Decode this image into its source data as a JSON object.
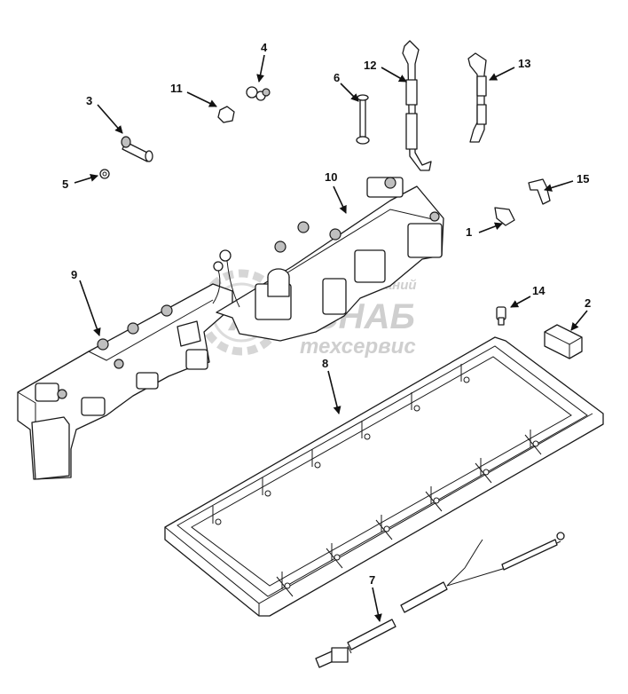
{
  "diagram": {
    "watermark": {
      "top_text": "Группа компаний",
      "brand_text": "РОСНАБ",
      "brand_initial": "А",
      "sub_text": "техсервис"
    },
    "callouts": [
      {
        "label": "1"
      },
      {
        "label": "2"
      },
      {
        "label": "3"
      },
      {
        "label": "4"
      },
      {
        "label": "5"
      },
      {
        "label": "6"
      },
      {
        "label": "7"
      },
      {
        "label": "8"
      },
      {
        "label": "9"
      },
      {
        "label": "10"
      },
      {
        "label": "11"
      },
      {
        "label": "12"
      },
      {
        "label": "13"
      },
      {
        "label": "14"
      },
      {
        "label": "15"
      }
    ]
  }
}
